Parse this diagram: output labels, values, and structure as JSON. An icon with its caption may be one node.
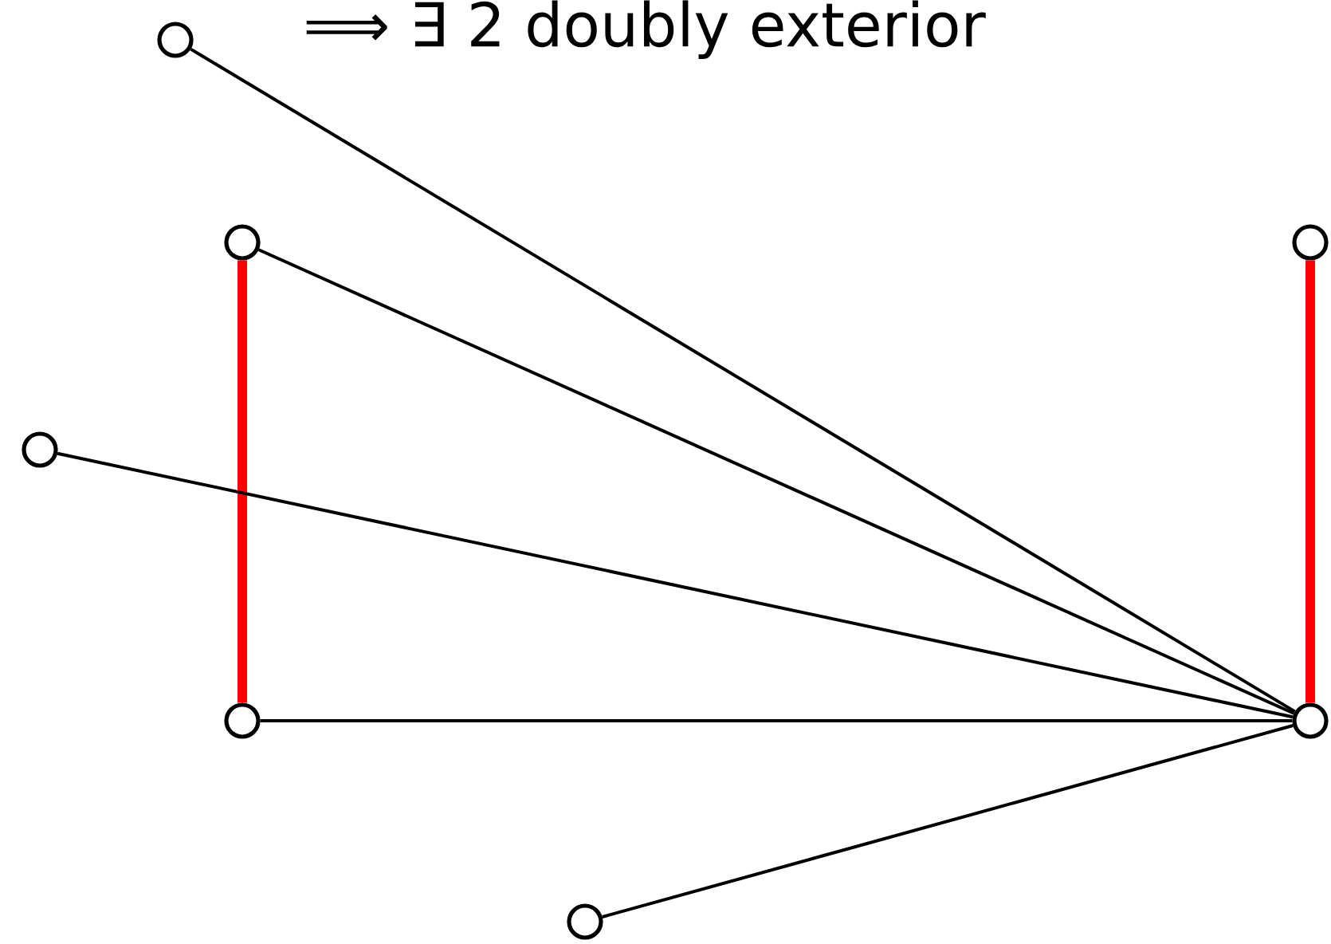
{
  "diagram": {
    "title": "⟹ ∃ 2 doubly exterior",
    "nodes": [
      {
        "text": [],
        "shape": "circle"
      },
      {
        "text": [],
        "shape": "circle"
      },
      {
        "text": [],
        "shape": "circle"
      },
      {
        "text": [],
        "shape": "circle"
      },
      {
        "text": [],
        "shape": "circle"
      },
      {
        "text": [],
        "shape": "circle"
      },
      {
        "text": [],
        "shape": "circle"
      }
    ],
    "edges": [
      {
        "from": 1,
        "to": 3,
        "arrow": "none",
        "style": "thick",
        "color": "#ff0000"
      },
      {
        "from": 6,
        "to": 5,
        "arrow": "none",
        "style": "thick",
        "color": "#ff0000"
      },
      {
        "from": 0,
        "to": 5,
        "arrow": "none"
      },
      {
        "from": 1,
        "to": 5,
        "arrow": "none"
      },
      {
        "from": 2,
        "to": 5,
        "arrow": "none"
      },
      {
        "from": 3,
        "to": 5,
        "arrow": "none"
      },
      {
        "from": 4,
        "to": 5,
        "arrow": "none"
      }
    ]
  }
}
